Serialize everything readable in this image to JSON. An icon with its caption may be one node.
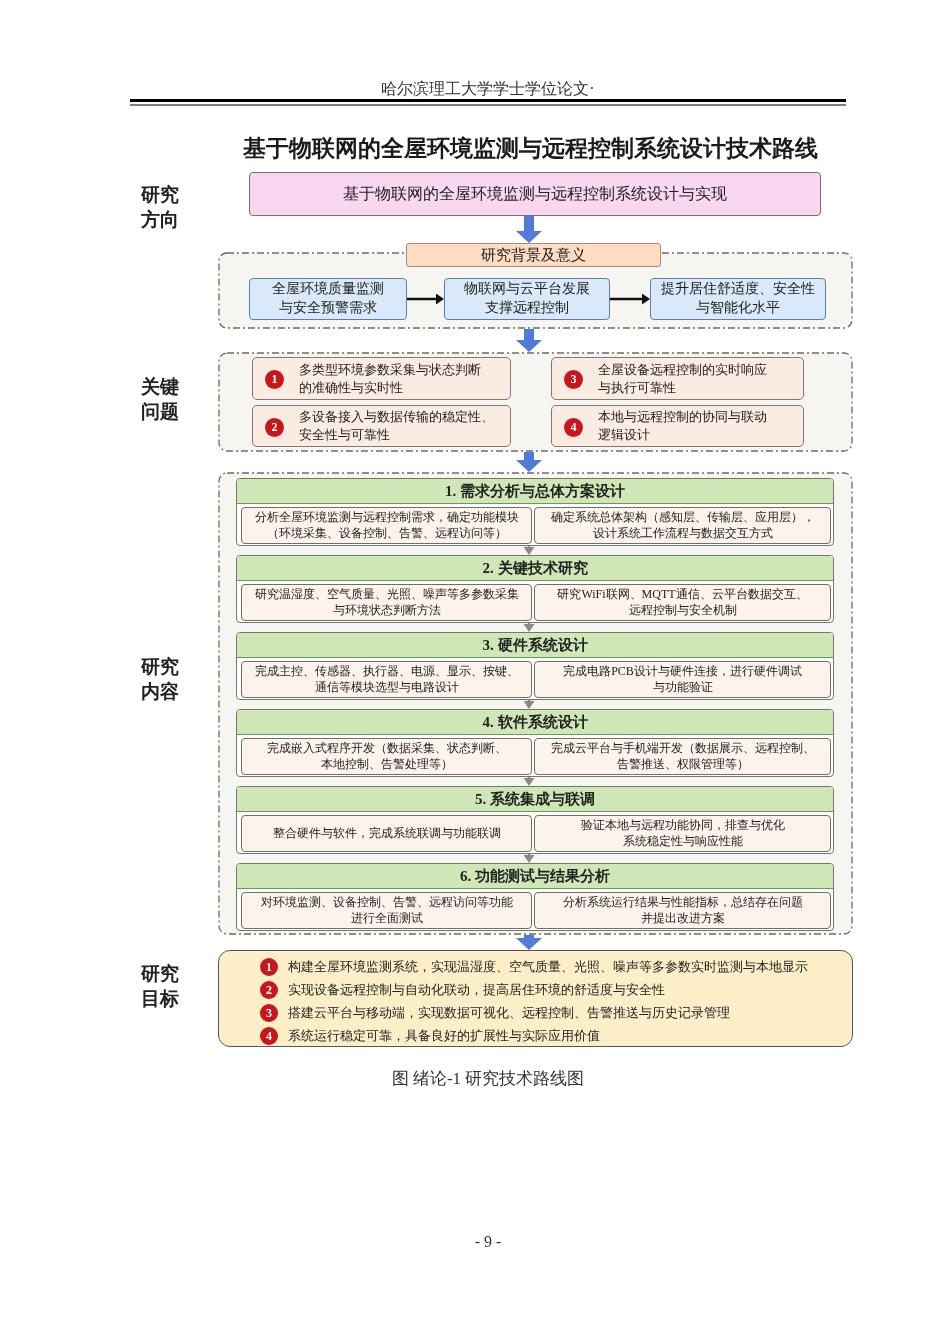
{
  "diagram": {
    "title": "基于物联网的全屋环境监测与远程控制系统设计技术路线",
    "caption": "图 绪论-1 研究技术路线图",
    "nodes": [
      {
        "text": [
          "基于物联网的全屋环境监测与远程控制系统设计与实现"
        ]
      },
      {
        "text": [
          "研究背景及意义"
        ]
      },
      {
        "text": [
          "全屋环境质量监测与安全预警需求"
        ],
        "in": 1
      },
      {
        "text": [
          "物联网与云平台发展支撑远程控制"
        ],
        "in": 1
      },
      {
        "text": [
          "提升居住舒适度、安全性与智能化水平"
        ],
        "in": 1
      },
      {
        "text": [],
        "shape": "box"
      },
      {
        "text": [
          "多类型环境参数采集与状态判断的准确性与实时性"
        ],
        "in": 5
      },
      {
        "text": [
          "1"
        ],
        "in": 6
      },
      {
        "text": [
          "多设备接入与数据传输的稳定性、安全性与可靠性"
        ],
        "in": 5
      },
      {
        "text": [
          "2"
        ],
        "in": 8
      },
      {
        "text": [
          "全屋设备远程控制的实时响应与执行可靠性"
        ],
        "in": 5
      },
      {
        "text": [
          "3"
        ],
        "in": 10
      },
      {
        "text": [
          "本地与远程控制的协同与联动逻辑设计"
        ],
        "in": 5
      },
      {
        "text": [
          "4"
        ],
        "in": 12
      },
      {
        "text": [],
        "shape": "box"
      },
      {
        "text": [
          "1. 需求分析与总体方案设计"
        ],
        "in": 14
      },
      {
        "text": [
          "分析全屋环境监测与远程控制需求，确定功能模块（环境采集、设备控制、告警、远程访问等）"
        ],
        "in": 15
      },
      {
        "text": [
          "确定系统总体架构（感知层、传输层、应用层），设计系统工作流程与数据交互方式"
        ],
        "in": 15
      },
      {
        "text": [
          "2. 关键技术研究"
        ],
        "in": 14
      },
      {
        "text": [
          "研究温湿度、空气质量、光照、噪声等多参数采集与环境状态判断方法"
        ],
        "in": 18
      },
      {
        "text": [
          "研究WiFi联网、MQTT通信、云平台数据交互、远程控制与安全机制"
        ],
        "in": 18
      },
      {
        "text": [
          "3. 硬件系统设计"
        ],
        "in": 14
      },
      {
        "text": [
          "完成主控、传感器、执行器、电源、显示、按键、通信等模块选型与电路设计"
        ],
        "in": 21
      },
      {
        "text": [
          "完成电路PCB设计与硬件连接，进行硬件调试与功能验证"
        ],
        "in": 21
      },
      {
        "text": [
          "4. 软件系统设计"
        ],
        "in": 14
      },
      {
        "text": [
          "完成嵌入式程序开发（数据采集、状态判断、本地控制、告警处理等）"
        ],
        "in": 24
      },
      {
        "text": [
          "完成云平台与手机端开发（数据展示、远程控制、告警推送、权限管理等）"
        ],
        "in": 24
      },
      {
        "text": [
          "5. 系统集成与联调"
        ],
        "in": 14
      },
      {
        "text": [
          "整合硬件与软件，完成系统联调与功能联调"
        ],
        "in": 27
      },
      {
        "text": [
          "验证本地与远程功能协同，排查与优化系统稳定性与响应性能"
        ],
        "in": 27
      },
      {
        "text": [
          "6. 功能测试与结果分析"
        ],
        "in": 14
      },
      {
        "text": [
          "对环境监测、设备控制、告警、远程访问等功能进行全面测试"
        ],
        "in": 30
      },
      {
        "text": [
          "分析系统运行结果与性能指标，总结存在问题并提出改进方案"
        ],
        "in": 30
      },
      {
        "text": [
          "构建全屋环境监测系统，实现温湿度、空气质量、光照、噪声等多参数实时监测与本地显示",
          "实现设备远程控制与自动化联动，提高居住环境的舒适度与安全性",
          "搭建云平台与移动端，实现数据可视化、远程控制、告警推送与历史记录管理",
          "系统运行稳定可靠，具备良好的扩展性与实际应用价值"
        ]
      },
      {
        "text": [
          "1"
        ],
        "in": 33
      },
      {
        "text": [
          "2"
        ],
        "in": 33
      },
      {
        "text": [
          "3"
        ],
        "in": 33
      },
      {
        "text": [
          "4"
        ],
        "in": 33
      }
    ],
    "edges": [
      {
        "from": 0,
        "to": 1,
        "arrow": "to",
        "style": "thick",
        "color": "#4f7bd9"
      },
      {
        "from": 2,
        "to": 3,
        "arrow": "to",
        "color": "#111111"
      },
      {
        "from": 3,
        "to": 4,
        "arrow": "to",
        "color": "#111111"
      },
      {
        "from": 1,
        "to": 5,
        "arrow": "to",
        "style": "thick",
        "color": "#4f7bd9"
      },
      {
        "from": 5,
        "to": 14,
        "arrow": "to",
        "style": "thick",
        "color": "#4f7bd9"
      },
      {
        "from": 15,
        "to": 18,
        "arrow": "to"
      },
      {
        "from": 18,
        "to": 21,
        "arrow": "to"
      },
      {
        "from": 21,
        "to": 24,
        "arrow": "to"
      },
      {
        "from": 24,
        "to": 27,
        "arrow": "to"
      },
      {
        "from": 27,
        "to": 30,
        "arrow": "to"
      },
      {
        "from": 14,
        "to": 33,
        "arrow": "to",
        "style": "thick",
        "color": "#4f7bd9"
      }
    ],
    "labels": [
      "哈尔滨理工大学学士学位论文·",
      "研究方向",
      "关键问题",
      "研究内容",
      "研究目标",
      "- 9 -"
    ]
  }
}
